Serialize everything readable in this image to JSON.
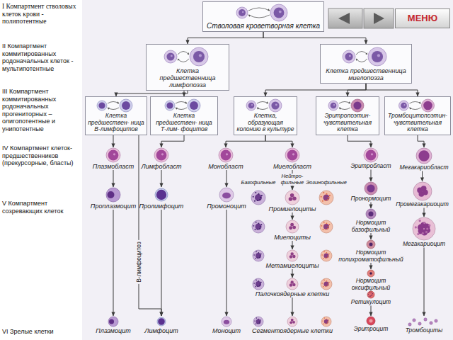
{
  "diagram": {
    "nodes": [
      {
        "text": [
          "Стволовая кроветворная клетка"
        ]
      },
      {
        "text": [
          "Клетка предшественница лимфопоэза"
        ]
      },
      {
        "text": [
          "Клетка предшественница миелопоэза"
        ]
      },
      {
        "text": [
          "Клетка предшествен- ница В-лимфоцитов"
        ]
      },
      {
        "text": [
          "Клетка предшествен- ница Т-лим- фоцитов"
        ]
      },
      {
        "text": [
          "Клетка, образующая колонию в культуре"
        ]
      },
      {
        "text": [
          "Эритропоэтин- чувствительная клетка"
        ]
      },
      {
        "text": [
          "Тромбоцитопоэтин- чувствительная клетка"
        ]
      },
      {
        "text": [
          "Плазмобласт"
        ]
      },
      {
        "text": [
          "Лимфобласт"
        ]
      },
      {
        "text": [
          "Монобласт"
        ]
      },
      {
        "text": [
          "Миелобласт"
        ]
      },
      {
        "text": [
          "Эритробласт"
        ]
      },
      {
        "text": [
          "Мегакариобласт"
        ]
      },
      {
        "text": [
          "Проплазмоцит"
        ]
      },
      {
        "text": [
          "Пролимфоцит"
        ]
      },
      {
        "text": [
          "Промоноцит"
        ]
      },
      {
        "text": [
          "Промиелоциты"
        ]
      },
      {
        "text": [
          "Пронормоцит"
        ]
      },
      {
        "text": [
          "Промегакариоцит"
        ]
      },
      {
        "text": [
          "Миелоциты"
        ]
      },
      {
        "text": [
          "Нормоцит базофильный"
        ]
      },
      {
        "text": [
          "Мегакариоцит"
        ]
      },
      {
        "text": [
          "Метамиелоциты"
        ]
      },
      {
        "text": [
          "Нормоцит полихроматофильный"
        ]
      },
      {
        "text": [
          "Палочкоядерные клетки"
        ]
      },
      {
        "text": [
          "Нормоцит оксифильный"
        ]
      },
      {
        "text": [
          "Ретикулоцит"
        ]
      },
      {
        "text": [
          "Плазмоцит"
        ]
      },
      {
        "text": [
          "Лимфоцит"
        ]
      },
      {
        "text": [
          "Моноцит"
        ]
      },
      {
        "text": [
          "Сегментоядерные клетки"
        ]
      },
      {
        "text": [
          "Эритроцит"
        ]
      },
      {
        "text": [
          "Тромбоциты"
        ]
      },
      {
        "text": [
          "МЕНЮ"
        ]
      }
    ],
    "edges": [
      {
        "from": 0,
        "to": 1,
        "arrow": "to"
      },
      {
        "from": 0,
        "to": 2,
        "arrow": "to"
      },
      {
        "from": 1,
        "to": 3,
        "arrow": "to"
      },
      {
        "from": 1,
        "to": 4,
        "arrow": "to"
      },
      {
        "from": 2,
        "to": 5,
        "arrow": "to"
      },
      {
        "from": 2,
        "to": 6,
        "arrow": "to"
      },
      {
        "from": 2,
        "to": 7,
        "arrow": "to"
      },
      {
        "from": 3,
        "to": 8,
        "arrow": "to"
      },
      {
        "from": 4,
        "to": 9,
        "arrow": "to"
      },
      {
        "from": 5,
        "to": 10,
        "arrow": "to"
      },
      {
        "from": 5,
        "to": 11,
        "arrow": "to"
      },
      {
        "from": 6,
        "to": 12,
        "arrow": "to"
      },
      {
        "from": 7,
        "to": 13,
        "arrow": "to"
      },
      {
        "from": 8,
        "to": 14,
        "arrow": "to"
      },
      {
        "from": 9,
        "to": 15,
        "arrow": "to"
      },
      {
        "from": 10,
        "to": 16,
        "arrow": "to"
      },
      {
        "from": 11,
        "to": 17,
        "arrow": "to"
      },
      {
        "from": 12,
        "to": 18,
        "arrow": "to"
      },
      {
        "from": 13,
        "to": 19,
        "arrow": "to"
      },
      {
        "from": 17,
        "to": 20,
        "arrow": "to"
      },
      {
        "from": 18,
        "to": 21,
        "arrow": "to"
      },
      {
        "from": 19,
        "to": 22,
        "arrow": "to"
      },
      {
        "from": 20,
        "to": 23,
        "arrow": "to"
      },
      {
        "from": 21,
        "to": 24,
        "arrow": "to"
      },
      {
        "from": 23,
        "to": 25,
        "arrow": "to"
      },
      {
        "from": 24,
        "to": 26,
        "arrow": "to"
      },
      {
        "from": 26,
        "to": 27,
        "arrow": "to"
      },
      {
        "from": 14,
        "to": 28,
        "arrow": "to"
      },
      {
        "from": 15,
        "to": 29,
        "arrow": "to"
      },
      {
        "from": 3,
        "to": 29,
        "label": "В-лимфоцитоз",
        "arrow": "to"
      },
      {
        "from": 16,
        "to": 30,
        "arrow": "to"
      },
      {
        "from": 25,
        "to": 31,
        "arrow": "to"
      },
      {
        "from": 27,
        "to": 32,
        "arrow": "to"
      },
      {
        "from": 22,
        "to": 33,
        "arrow": "to"
      }
    ],
    "labels": [
      "I Компартмент стволовых клеток крови - полипотентные",
      "II Компартмент коммитированных родоначальных клеток - мультипотентные",
      "III Компартмент коммитированных родоначальных прогениторных – олигопотентные и унипотентные",
      "IV Компартмент клеток-предшественников (прекурсорные, бласты)",
      "V Компартмент созревающих клеток",
      "VI Зрелые клетки",
      "Базофильные",
      "Нейтро- фильные",
      "Эозинофильные"
    ]
  }
}
